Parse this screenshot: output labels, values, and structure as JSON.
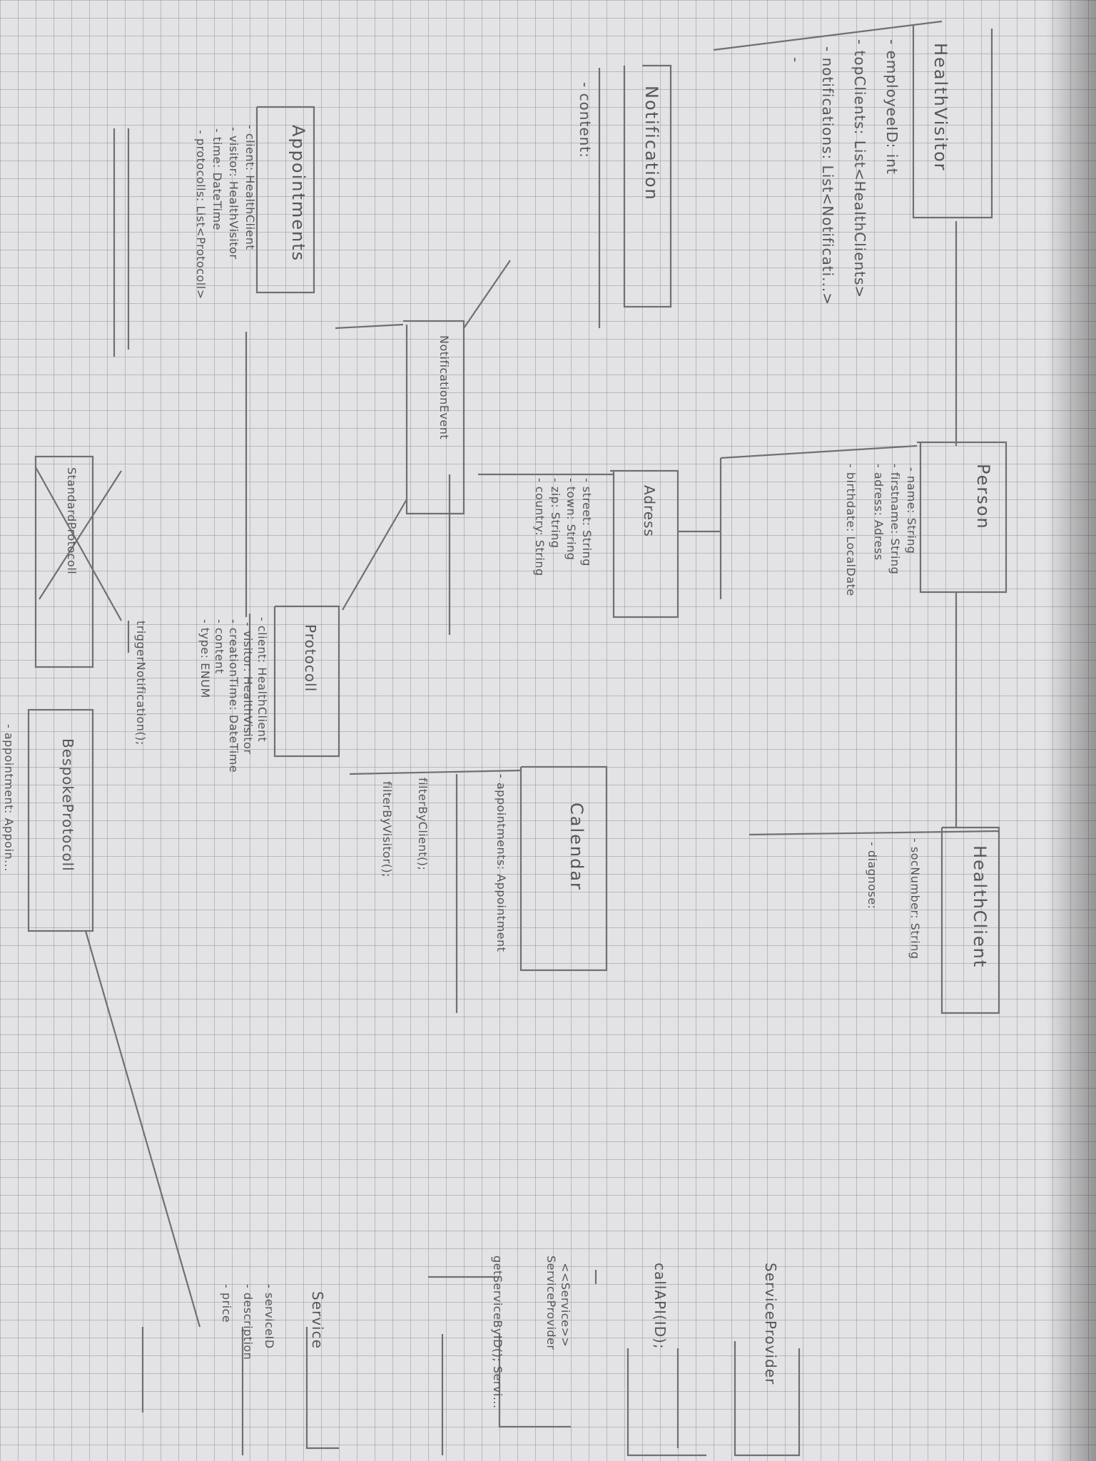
{
  "classes": {
    "health_visitor": {
      "name": "HealthVisitor",
      "attributes": [
        "- employeeID: int",
        "- topClients: List<HealthClients>",
        "- notifications: List<Notificati...>",
        "-"
      ]
    },
    "notification": {
      "name": "Notification",
      "attributes": [
        "- content:"
      ]
    },
    "appointments": {
      "name": "Appointments",
      "attributes": [
        "- client: HealthClient",
        "- visitor: HealthVisitor",
        "- time: DateTime",
        "- protocolls: List<Protocoll>"
      ]
    },
    "notification_event": {
      "name": "NotificationEvent"
    },
    "person": {
      "name": "Person",
      "attributes": [
        "- name: String",
        "- firstname: String",
        "- adress: Adress",
        "- birthdate: LocalDate"
      ]
    },
    "address": {
      "name": "Adress",
      "attributes": [
        "- street: String",
        "- town: String",
        "- zip: String",
        "- country: String"
      ]
    },
    "protocoll": {
      "name": "Protocoll",
      "attributes": [
        "- client: HealthClient",
        "- visitor: HealthVisitor",
        "- creationTime: DateTime",
        "- content",
        "- type: ENUM"
      ]
    },
    "trigger": {
      "name": "triggerNotification();"
    },
    "standard_protocoll": {
      "name": "StandardProtocoll"
    },
    "bespoke_protocoll": {
      "name": "BespokeProtocoll",
      "attributes": [
        "- appointment: Appoin..."
      ]
    },
    "health_client": {
      "name": "HealthClient",
      "attributes": [
        "- socNumber: String",
        "- diagnose:"
      ]
    },
    "calendar": {
      "name": "Calendar",
      "attributes": [
        "- appointments: Appointment"
      ],
      "methods": [
        "filterByClient();",
        "filterByVisitor();"
      ]
    },
    "service_provider": {
      "name": "ServiceProvider",
      "methods": [
        "callAPI(ID);"
      ]
    },
    "service_interface": {
      "stereotype": "<<Service>>",
      "name": "ServiceProvider",
      "methods": [
        "getServiceByID(); Servi..."
      ]
    },
    "service": {
      "name": "Service",
      "attributes": [
        "- serviceID",
        "- description",
        "- price"
      ]
    }
  }
}
